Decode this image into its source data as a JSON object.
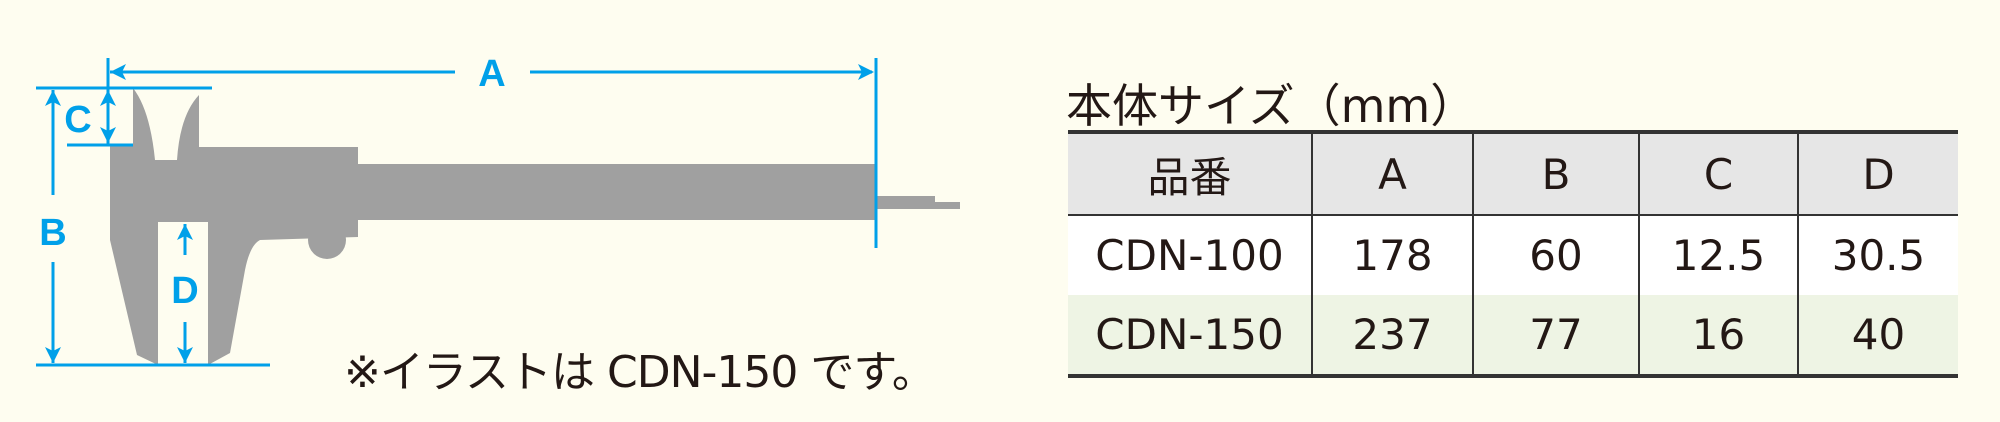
{
  "diagram": {
    "labels": {
      "a": "A",
      "b": "B",
      "c": "C",
      "d": "D"
    },
    "colors": {
      "dimension": "#00a0e9",
      "caliper": "#a0a0a0"
    },
    "note": "※イラストは CDN-150 です。"
  },
  "table": {
    "title": "本体サイズ（mm）",
    "headers": [
      "品番",
      "A",
      "B",
      "C",
      "D"
    ],
    "rows": [
      [
        "CDN-100",
        "178",
        "60",
        "12.5",
        "30.5"
      ],
      [
        "CDN-150",
        "237",
        "77",
        "16",
        "40"
      ]
    ]
  }
}
